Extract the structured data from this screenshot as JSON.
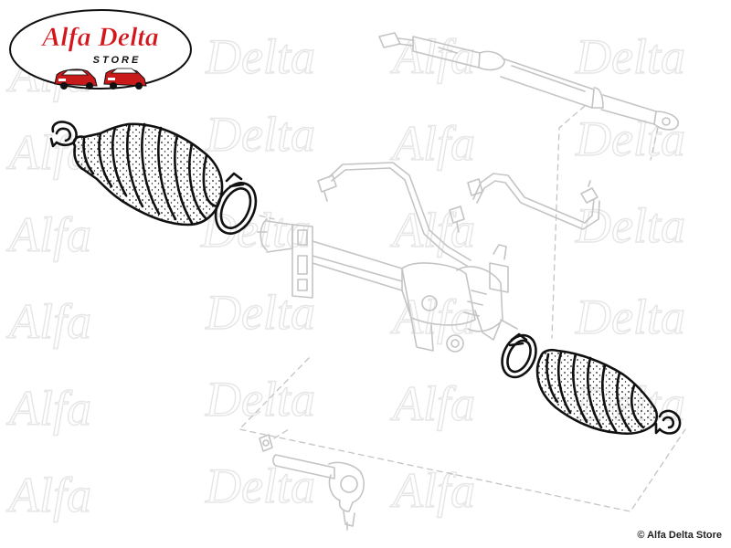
{
  "logo": {
    "brand_text": "Alfa Delta",
    "store_text": "STORE",
    "brand_color": "#d4161c"
  },
  "watermark": {
    "text_a": "Alfa",
    "text_b": "Delta"
  },
  "copyright": "© Alfa Delta Store",
  "colors": {
    "highlight_stroke": "#111111",
    "faded_stroke": "#c4c4c4",
    "watermark": "#ececec"
  }
}
